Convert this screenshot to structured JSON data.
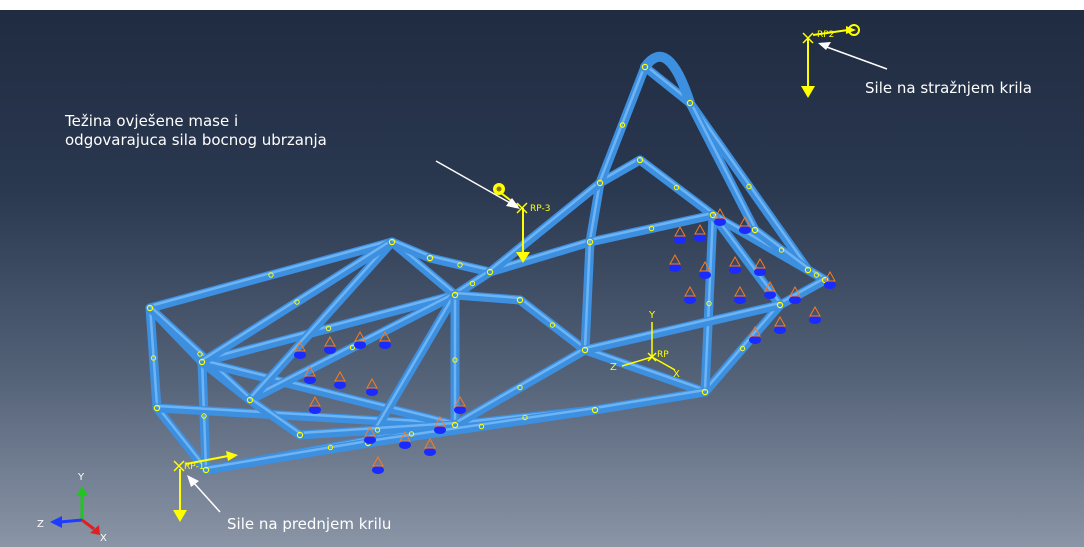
{
  "annotations": {
    "mass_line1": "Težina ovješene mase i",
    "mass_line2": "odgovarajuca sila bocnog ubrzanja",
    "rear_wing": "Sile na stražnjem krila",
    "front_wing": "Sile na prednjem krilu"
  },
  "reference_points": {
    "rp2": "RP2",
    "rp3": "RP-3",
    "rp1": "RP-1",
    "rp": "RP"
  },
  "csys_axes": {
    "x": "X",
    "y": "Y",
    "z": "Z"
  },
  "view_triad": {
    "x": "X",
    "y": "Y",
    "z": "Z"
  },
  "colors": {
    "tube": "#3d8fe0",
    "tube_highlight": "#6db4f5",
    "node": "#ffff00",
    "load": "#ffff00",
    "bc_blue": "#1a2bff",
    "bc_orange": "#ff7a1a",
    "bg_top": "#1f2b40",
    "bg_bottom": "#8a95a6"
  },
  "icons": [
    "load-arrow-icon",
    "moment-icon",
    "boundary-condition-icon",
    "reference-point-icon",
    "view-triad-icon"
  ]
}
